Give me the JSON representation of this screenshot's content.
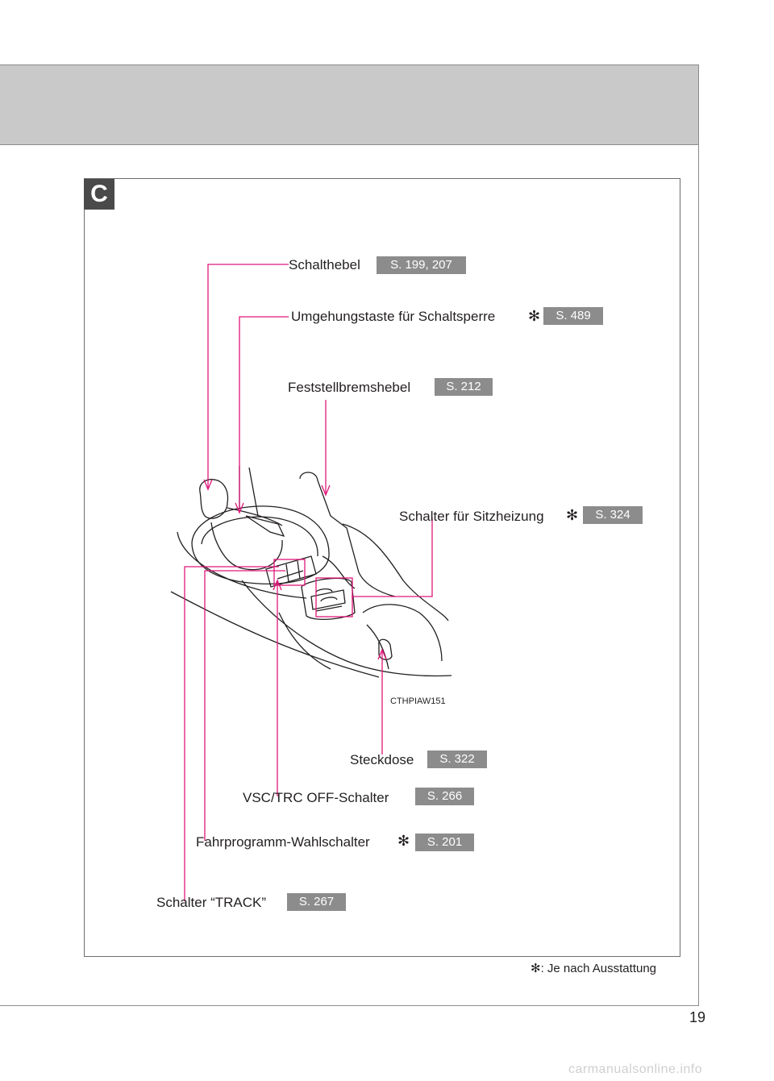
{
  "section": {
    "letter": "C"
  },
  "callouts": {
    "schalthebel": {
      "label": "Schalthebel",
      "ref": "S. 199, 207"
    },
    "umgehung": {
      "label": "Umgehungstaste für Schaltsperre",
      "ref": "S. 489"
    },
    "feststell": {
      "label": "Feststellbremshebel",
      "ref": "S. 212"
    },
    "sitzheizung": {
      "label": "Schalter für Sitzheizung",
      "ref": "S. 324"
    },
    "steckdose": {
      "label": "Steckdose",
      "ref": "S. 322"
    },
    "vsc": {
      "label": "VSC/TRC OFF-Schalter",
      "ref": "S. 266"
    },
    "fahrprogramm": {
      "label": "Fahrprogramm-Wahlschalter",
      "ref": "S. 201"
    },
    "track": {
      "label": "Schalter “TRACK”",
      "ref": "S. 267"
    }
  },
  "asterisk_symbol": "✻",
  "illustration": {
    "code": "CTHPIAW151"
  },
  "footnote": {
    "text": ": Je nach Ausstattung"
  },
  "page_number": "19",
  "watermark": "carmanualsonline.info",
  "colors": {
    "leader_line": "#e0177a",
    "ref_badge": "#8c8c8c",
    "header_band": "#c9c9c9",
    "section_tab": "#4a4a4a"
  }
}
